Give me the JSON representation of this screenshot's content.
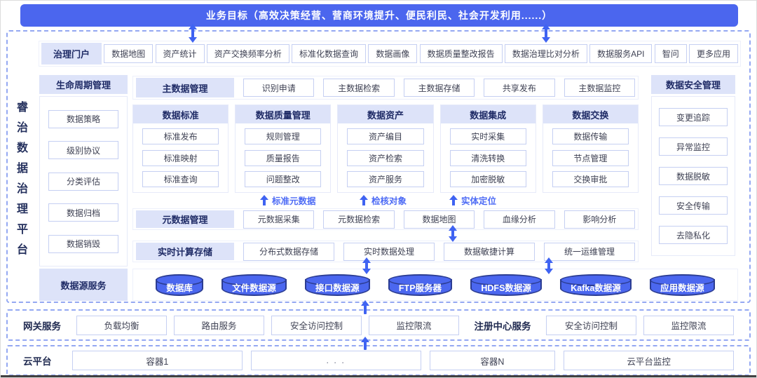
{
  "banner": {
    "text": "业务目标（高效决策经营、营商环境提升、便民利民、社会开发利用......）"
  },
  "platform": {
    "vertical_title": "睿治数据治理平台",
    "portal": {
      "title": "治理门户",
      "items": [
        "数据地图",
        "资产统计",
        "资产交换频率分析",
        "标准化数据查询",
        "数据画像",
        "数据质量整改报告",
        "数据治理比对分析",
        "数据服务API",
        "智问",
        "更多应用"
      ]
    },
    "lifecycle": {
      "title": "生命周期管理",
      "items": [
        "数据策略",
        "级别协议",
        "分类评估",
        "数据归档",
        "数据销毁"
      ]
    },
    "master_data": {
      "title": "主数据管理",
      "items": [
        "识别申请",
        "主数据检索",
        "主数据存储",
        "共享发布",
        "主数据监控"
      ]
    },
    "columns": [
      {
        "title": "数据标准",
        "items": [
          "标准发布",
          "标准映射",
          "标准查询"
        ]
      },
      {
        "title": "数据质量管理",
        "items": [
          "规则管理",
          "质量报告",
          "问题整改"
        ]
      },
      {
        "title": "数据资产",
        "items": [
          "资产编目",
          "资产检索",
          "资产服务"
        ]
      },
      {
        "title": "数据集成",
        "items": [
          "实时采集",
          "清洗转换",
          "加密脱敏"
        ]
      },
      {
        "title": "数据交换",
        "items": [
          "数据传输",
          "节点管理",
          "交换审批"
        ]
      }
    ],
    "flow_labels": [
      "标准元数据",
      "检核对象",
      "实体定位"
    ],
    "metadata": {
      "title": "元数据管理",
      "items": [
        "元数据采集",
        "元数据检索",
        "数据地图",
        "血缘分析",
        "影响分析"
      ]
    },
    "realtime": {
      "title": "实时计算存储",
      "items": [
        "分布式数据存储",
        "实时数据处理",
        "数据敏捷计算",
        "统一运维管理"
      ]
    },
    "security": {
      "title": "数据安全管理",
      "items": [
        "变更追踪",
        "异常监控",
        "数据脱敏",
        "安全传输",
        "去隐私化"
      ]
    },
    "datasource": {
      "title": "数据源服务",
      "items": [
        "数据库",
        "文件数据源",
        "接口数据源",
        "FTP服务器",
        "HDFS数据源",
        "Kafka数据源",
        "应用数据源"
      ]
    }
  },
  "gateway": {
    "title": "网关服务",
    "items": [
      "负载均衡",
      "路由服务",
      "安全访问控制",
      "监控限流"
    ],
    "registry_title": "注册中心服务",
    "registry_items": [
      "安全访问控制",
      "监控限流"
    ]
  },
  "cloud": {
    "title": "云平台",
    "items": [
      "容器1",
      ". . .",
      "容器N",
      "云平台监控"
    ]
  },
  "colors": {
    "banner_blue": "#4b66ee",
    "header_bg": "#dde3f9",
    "header_text": "#1f2b66",
    "item_border": "#c5cff2",
    "item_text": "#3f4254",
    "dashed_border": "#94a8f2",
    "arrow_blue": "#3f63f2",
    "cylinder_fill": "#4b67ef",
    "cylinder_border": "#2c3d92",
    "flow_label": "#4d6bf5"
  }
}
